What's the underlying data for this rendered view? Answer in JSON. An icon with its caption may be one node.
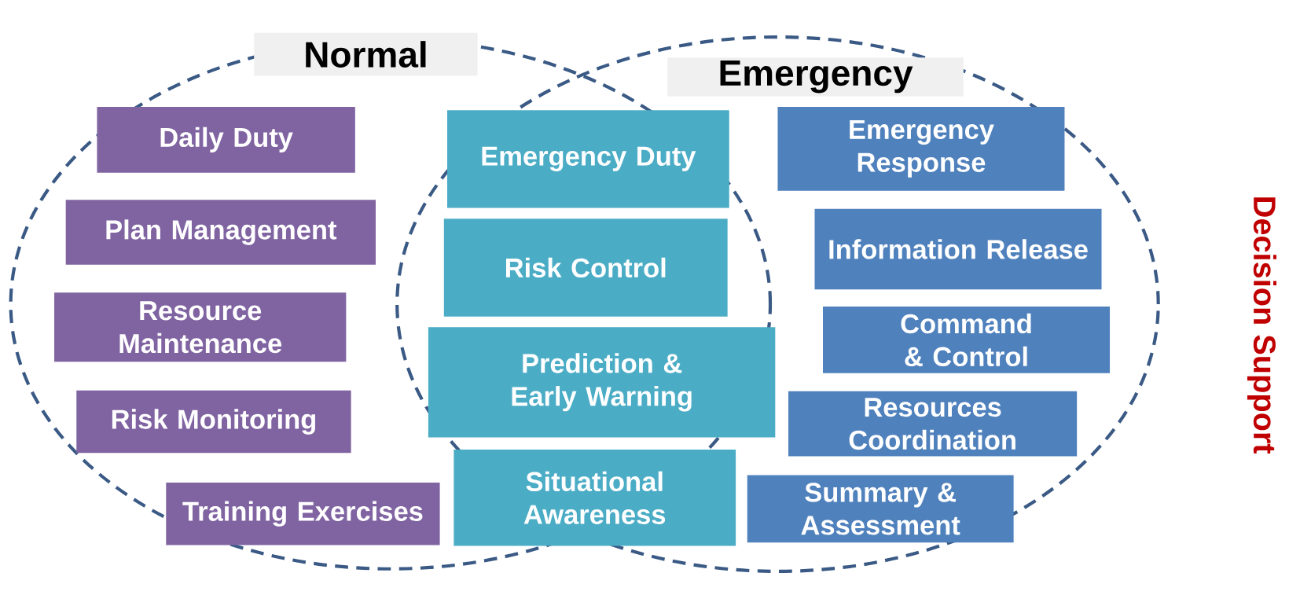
{
  "diagram": {
    "nodes": [
      {
        "text": [
          "Normal"
        ]
      },
      {
        "text": [
          "Emergency"
        ]
      },
      {
        "text": [
          "Daily Duty"
        ],
        "in": 0
      },
      {
        "text": [
          "Plan Management"
        ],
        "in": 0
      },
      {
        "text": [
          "Resource Maintenance"
        ],
        "in": 0
      },
      {
        "text": [
          "Risk Monitoring"
        ],
        "in": 0
      },
      {
        "text": [
          "Training Exercises"
        ],
        "in": 0
      },
      {
        "text": [
          "Emergency Duty"
        ]
      },
      {
        "text": [
          "Risk Control"
        ]
      },
      {
        "text": [
          "Prediction & Early Warning"
        ]
      },
      {
        "text": [
          "Situational Awareness"
        ]
      },
      {
        "text": [
          "Emergency Response"
        ],
        "in": 1
      },
      {
        "text": [
          "Information Release"
        ],
        "in": 1
      },
      {
        "text": [
          "Command & Control"
        ],
        "in": 1
      },
      {
        "text": [
          "Resources Coordination"
        ],
        "in": 1
      },
      {
        "text": [
          "Summary & Assessment"
        ],
        "in": 1
      }
    ],
    "labels": [
      "Decision Support"
    ]
  }
}
